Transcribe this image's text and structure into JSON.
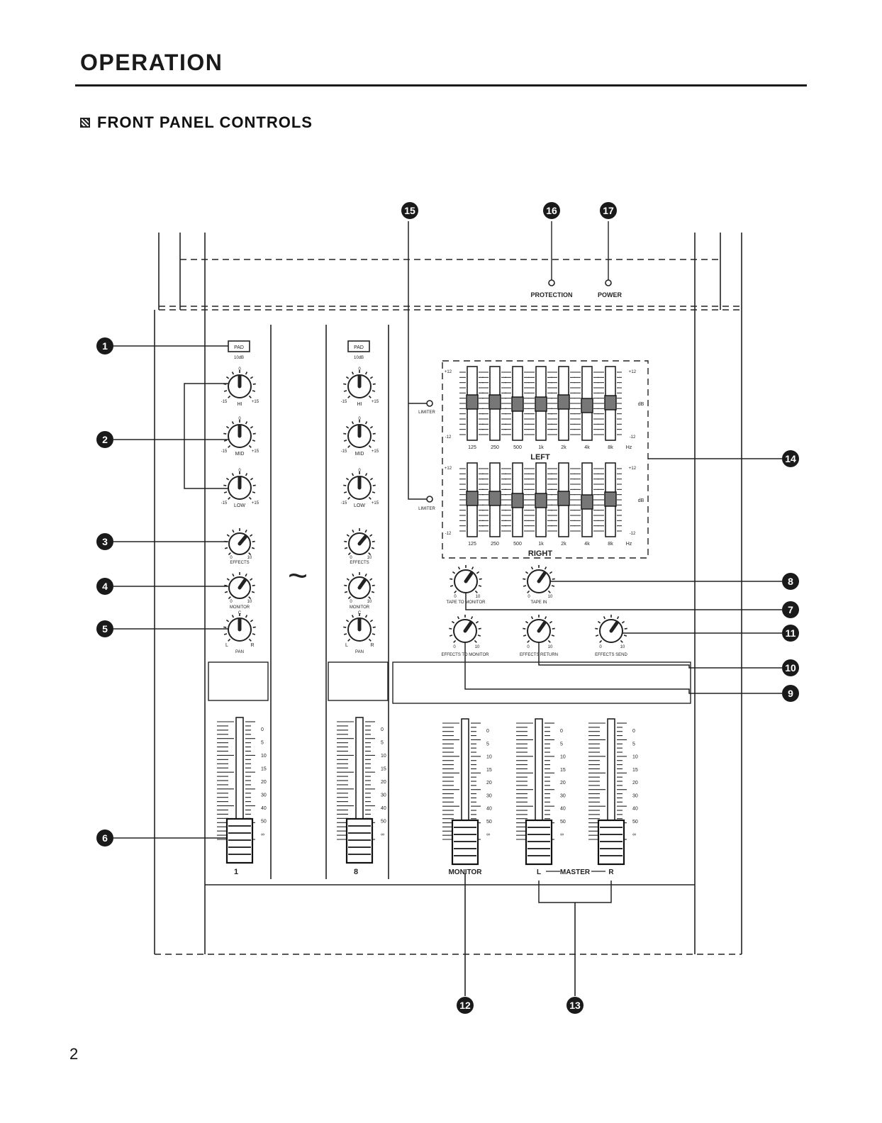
{
  "header": {
    "title": "OPERATION",
    "section_title": "FRONT PANEL CONTROLS"
  },
  "page_number": "2",
  "callouts": [
    "1",
    "2",
    "3",
    "4",
    "5",
    "6",
    "7",
    "8",
    "9",
    "10",
    "11",
    "12",
    "13",
    "14",
    "15",
    "16",
    "17"
  ],
  "indicators": {
    "protection": "PROTECTION",
    "power": "POWER"
  },
  "channel": {
    "pad_label": "PAD",
    "pad_sub": "10dB",
    "eq_knobs": [
      {
        "label": "HI",
        "min": "-15",
        "max": "+15",
        "center": "0"
      },
      {
        "label": "MID",
        "min": "-15",
        "max": "+15",
        "center": "0"
      },
      {
        "label": "LOW",
        "min": "-15",
        "max": "+15",
        "center": "0"
      }
    ],
    "effects_label": "EFFECTS",
    "monitor_label": "MONITOR",
    "pan_label": "PAN",
    "pan_left": "L",
    "pan_right": "R",
    "pan_center": "C",
    "level_min": "0",
    "level_max": "10",
    "channel_numbers": [
      "1",
      "8"
    ]
  },
  "fader_scale": [
    "0",
    "5",
    "10",
    "15",
    "20",
    "30",
    "40",
    "50",
    "∞"
  ],
  "eq": {
    "limiter_label": "LIMITER",
    "left_label": "LEFT",
    "right_label": "RIGHT",
    "bands": [
      "125",
      "250",
      "500",
      "1k",
      "2k",
      "4k",
      "8k"
    ],
    "hz_label": "Hz",
    "db_unit": "dB",
    "scale_top": "+12",
    "scale_bottom": "-12"
  },
  "master_knobs": {
    "tape_to_monitor": "TAPE TO MONITOR",
    "tape_in": "TAPE IN",
    "effects_to_monitor": "EFFECTS TO MONITOR",
    "effects_return": "EFFECTS RETURN",
    "effects_send": "EFFECTS SEND"
  },
  "master_faders": {
    "monitor": "MONITOR",
    "master_l": "L",
    "master_text": "MASTER",
    "master_r": "R"
  },
  "omission_mark": "~"
}
